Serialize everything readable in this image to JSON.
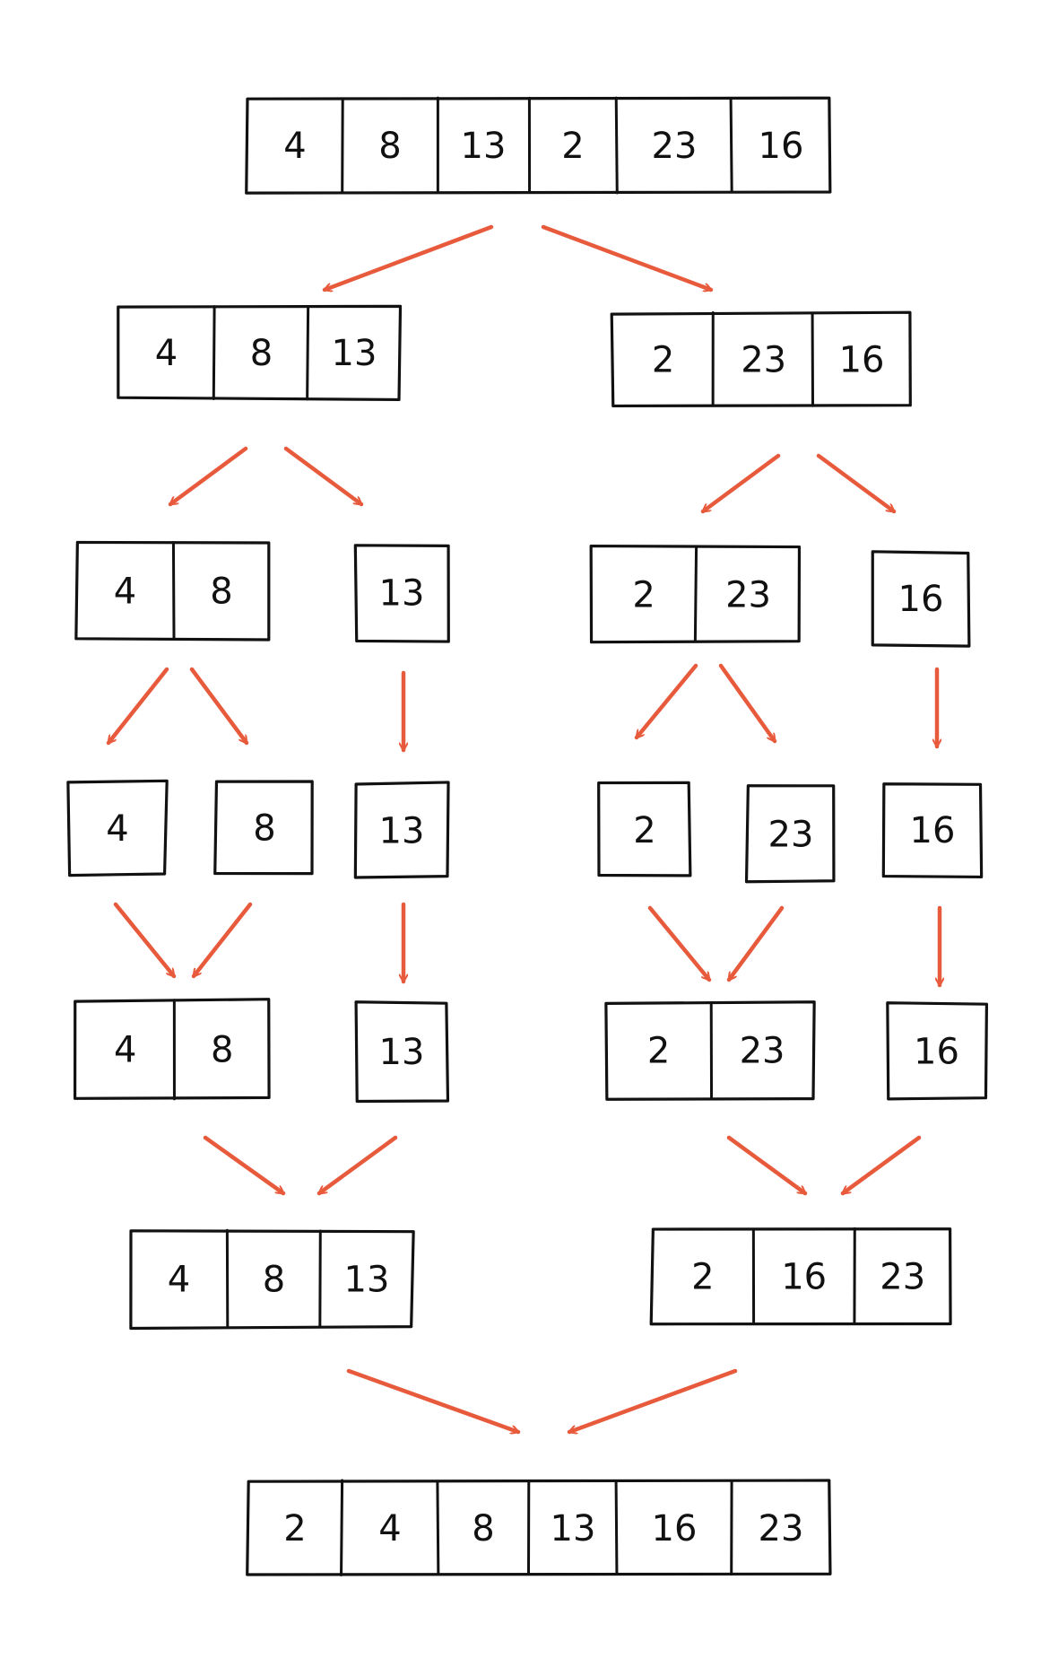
{
  "colors": {
    "background": "#ffffff",
    "box_stroke": "#111111",
    "arrow": "#e85a3c",
    "text": "#111111"
  },
  "diagram": {
    "levels": [
      {
        "name": "level-initial",
        "boxes": [
          [
            "4",
            "8",
            "13",
            "2",
            "23",
            "16"
          ]
        ]
      },
      {
        "name": "level-split-1",
        "boxes": [
          [
            "4",
            "8",
            "13"
          ],
          [
            "2",
            "23",
            "16"
          ]
        ]
      },
      {
        "name": "level-split-2",
        "boxes": [
          [
            "4",
            "8"
          ],
          [
            "13"
          ],
          [
            "2",
            "23"
          ],
          [
            "16"
          ]
        ]
      },
      {
        "name": "level-split-3",
        "boxes": [
          [
            "4"
          ],
          [
            "8"
          ],
          [
            "13"
          ],
          [
            "2"
          ],
          [
            "23"
          ],
          [
            "16"
          ]
        ]
      },
      {
        "name": "level-merge-1",
        "boxes": [
          [
            "4",
            "8"
          ],
          [
            "13"
          ],
          [
            "2",
            "23"
          ],
          [
            "16"
          ]
        ]
      },
      {
        "name": "level-merge-2",
        "boxes": [
          [
            "4",
            "8",
            "13"
          ],
          [
            "2",
            "16",
            "23"
          ]
        ]
      },
      {
        "name": "level-sorted",
        "boxes": [
          [
            "2",
            "4",
            "8",
            "13",
            "16",
            "23"
          ]
        ]
      }
    ]
  }
}
